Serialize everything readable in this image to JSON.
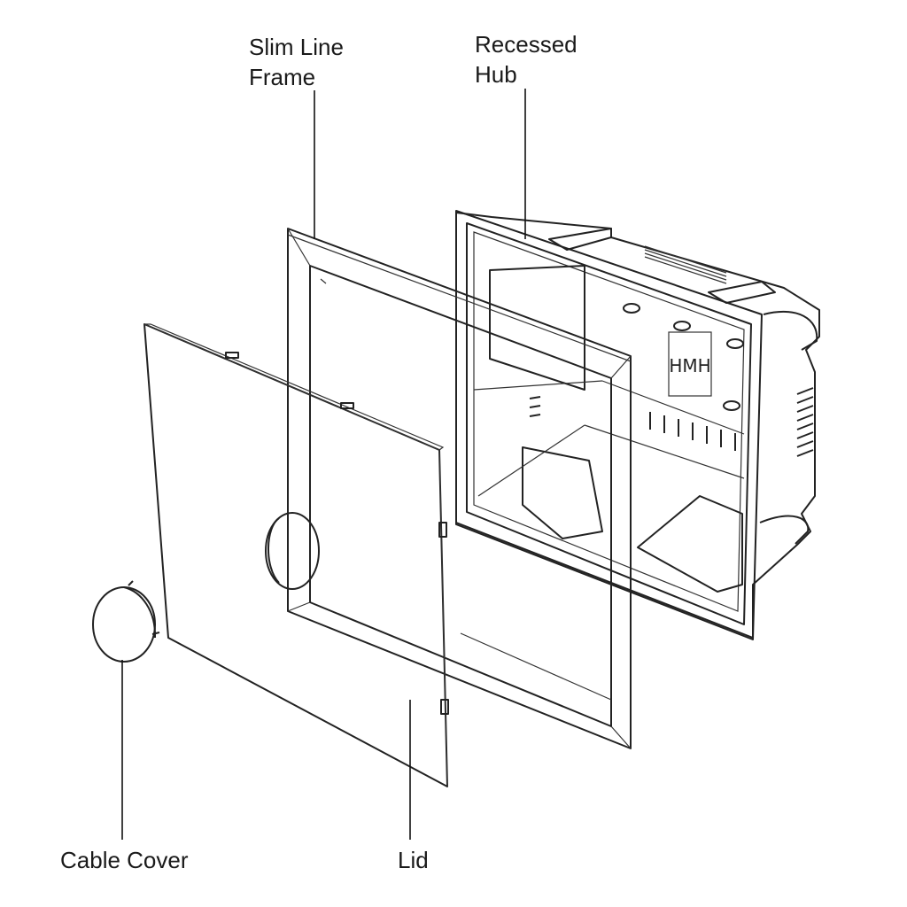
{
  "labels": {
    "slim_line_frame": [
      "Slim Line",
      "Frame"
    ],
    "recessed_hub": [
      "Recessed",
      "Hub"
    ],
    "cable_cover": "Cable Cover",
    "lid": "Lid"
  },
  "logo_text": "HMH",
  "colors": {
    "line": "#222222",
    "background": "#ffffff",
    "shade": "#d9d9d9"
  }
}
